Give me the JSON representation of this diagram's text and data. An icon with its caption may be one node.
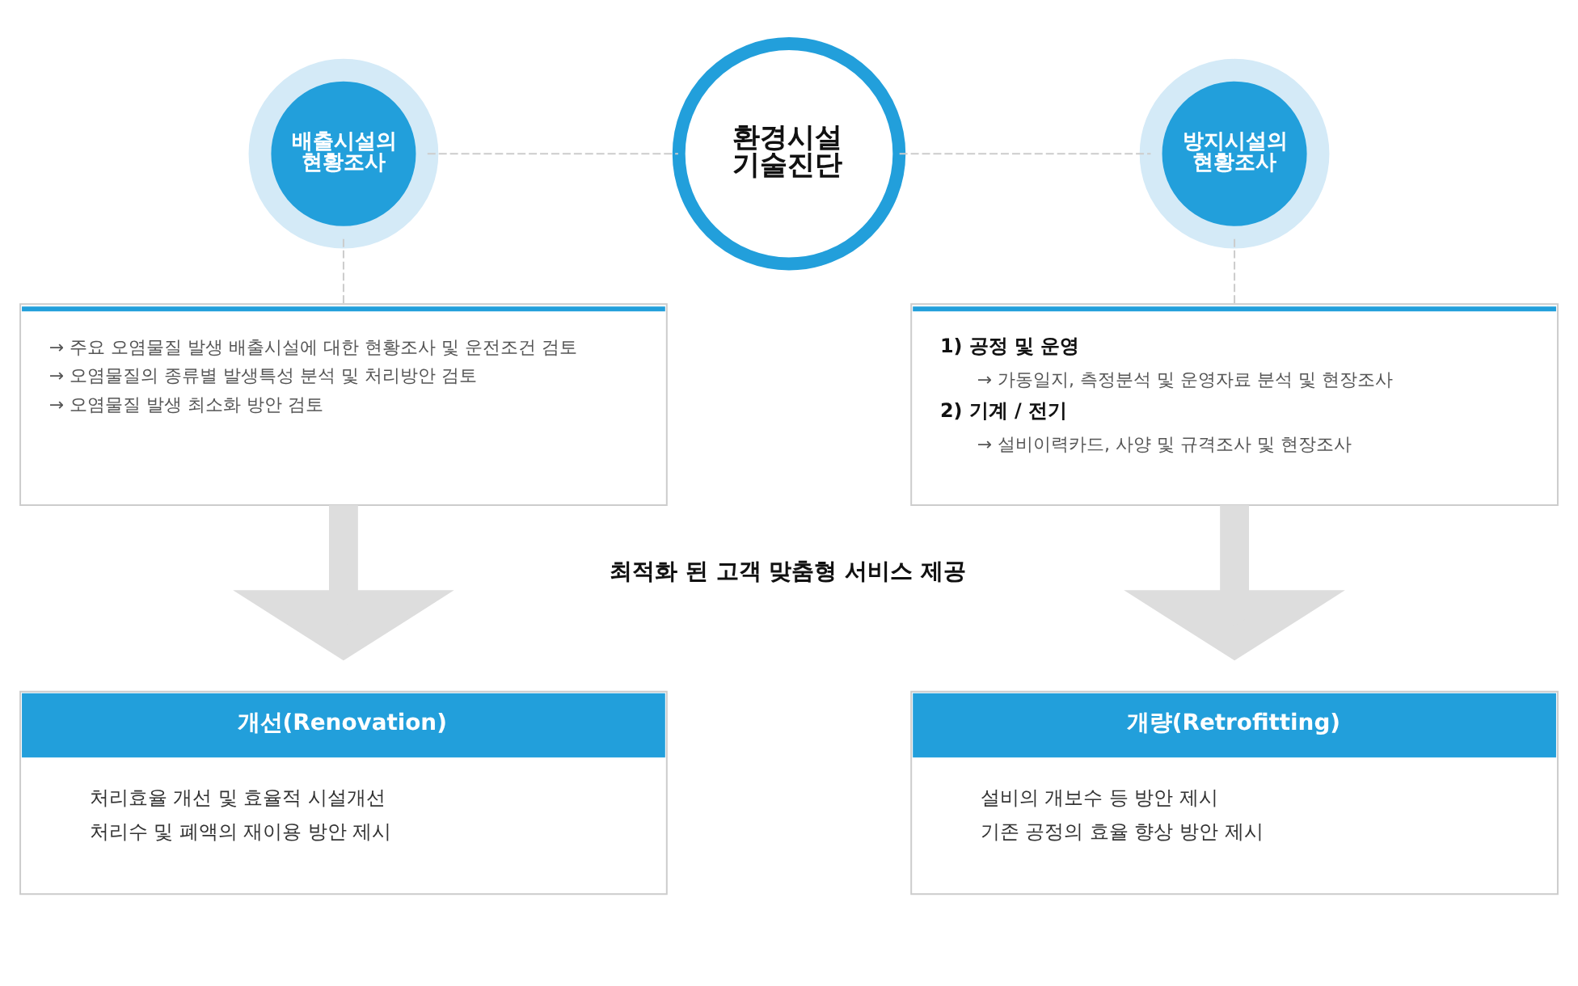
{
  "diagram": {
    "nodes": [
      {
        "text": [
          "환경시설 기술진단"
        ]
      },
      {
        "text": [
          "배출시설의 현황조사"
        ]
      },
      {
        "text": [
          "방지시설의 현황조사"
        ]
      },
      {
        "text": [
          "→ 주요 오염물질 발생 배출시설에 대한 현황조사 및 운전조건 검토",
          "→ 오염물질의 종류별 발생특성 분석 및 처리방안 검토",
          "→ 오염물질 발생 최소화 방안 검토"
        ]
      },
      {
        "text": [
          "1) 공정 및 운영",
          "→ 가동일지, 측정분석 및 운영자료 분석 및 현장조사",
          "2) 기계 / 전기",
          "→ 설비이력카드, 사양 및 규격조사 및 현장조사"
        ]
      },
      {
        "text": [
          "개선(Renovation)",
          "처리효율 개선 및 효율적 시설개선",
          "처리수 및 폐액의 재이용 방안 제시"
        ]
      },
      {
        "text": [
          "개량(Retrofitting)",
          "설비의 개보수 등 방안 제시",
          "기존 공정의 효율 향상 방안 제시"
        ]
      }
    ],
    "edges": [
      {
        "from": 1,
        "to": 0,
        "arrow": "none",
        "style": "dashed"
      },
      {
        "from": 0,
        "to": 2,
        "arrow": "none",
        "style": "dashed"
      },
      {
        "from": 1,
        "to": 3,
        "arrow": "none",
        "style": "dashed"
      },
      {
        "from": 2,
        "to": 4,
        "arrow": "none",
        "style": "dashed"
      },
      {
        "from": 3,
        "to": 5,
        "arrow": "to",
        "style": "thick",
        "color": "#dddddd"
      },
      {
        "from": 4,
        "to": 6,
        "arrow": "to",
        "style": "thick",
        "color": "#dddddd"
      }
    ],
    "labels": [
      "최적화 된 고객 맞춤형 서비스 제공"
    ]
  }
}
